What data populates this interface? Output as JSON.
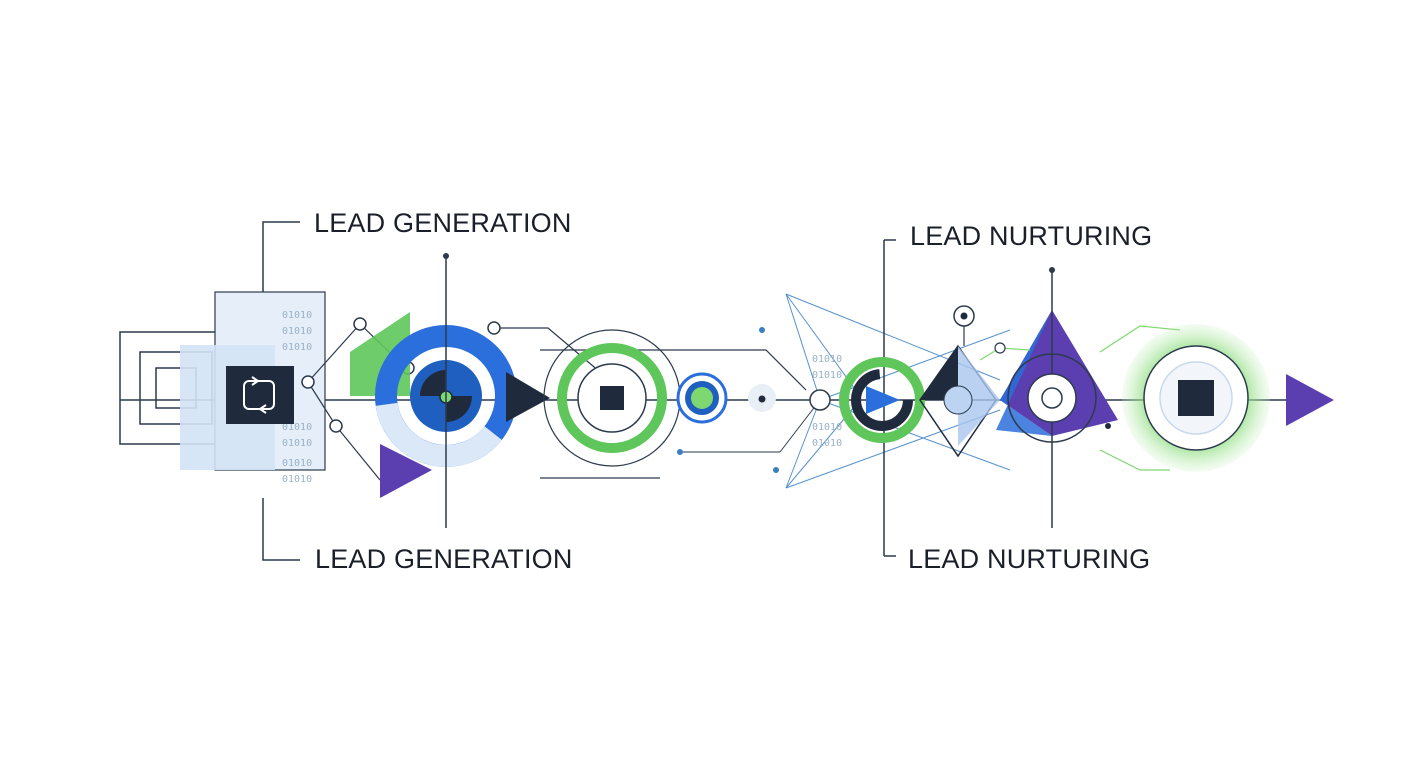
{
  "labels": {
    "top_left": "LEAD GENERATION",
    "bottom_left": "LEAD GENERATION",
    "top_right": "LEAD NURTURING",
    "bottom_right": "LEAD NURTURING"
  },
  "binary_digits": "01010",
  "colors": {
    "navy": "#1f2b3d",
    "blue": "#2a6fdb",
    "green": "#5ec65a",
    "purple": "#5b3fb0",
    "light_blue": "#dbe8f7",
    "line": "#2c3a4d",
    "accent_line": "#3a7fc4"
  },
  "icons": {
    "process_node": "refresh-icon",
    "arrow_end": "play-triangle-icon"
  }
}
